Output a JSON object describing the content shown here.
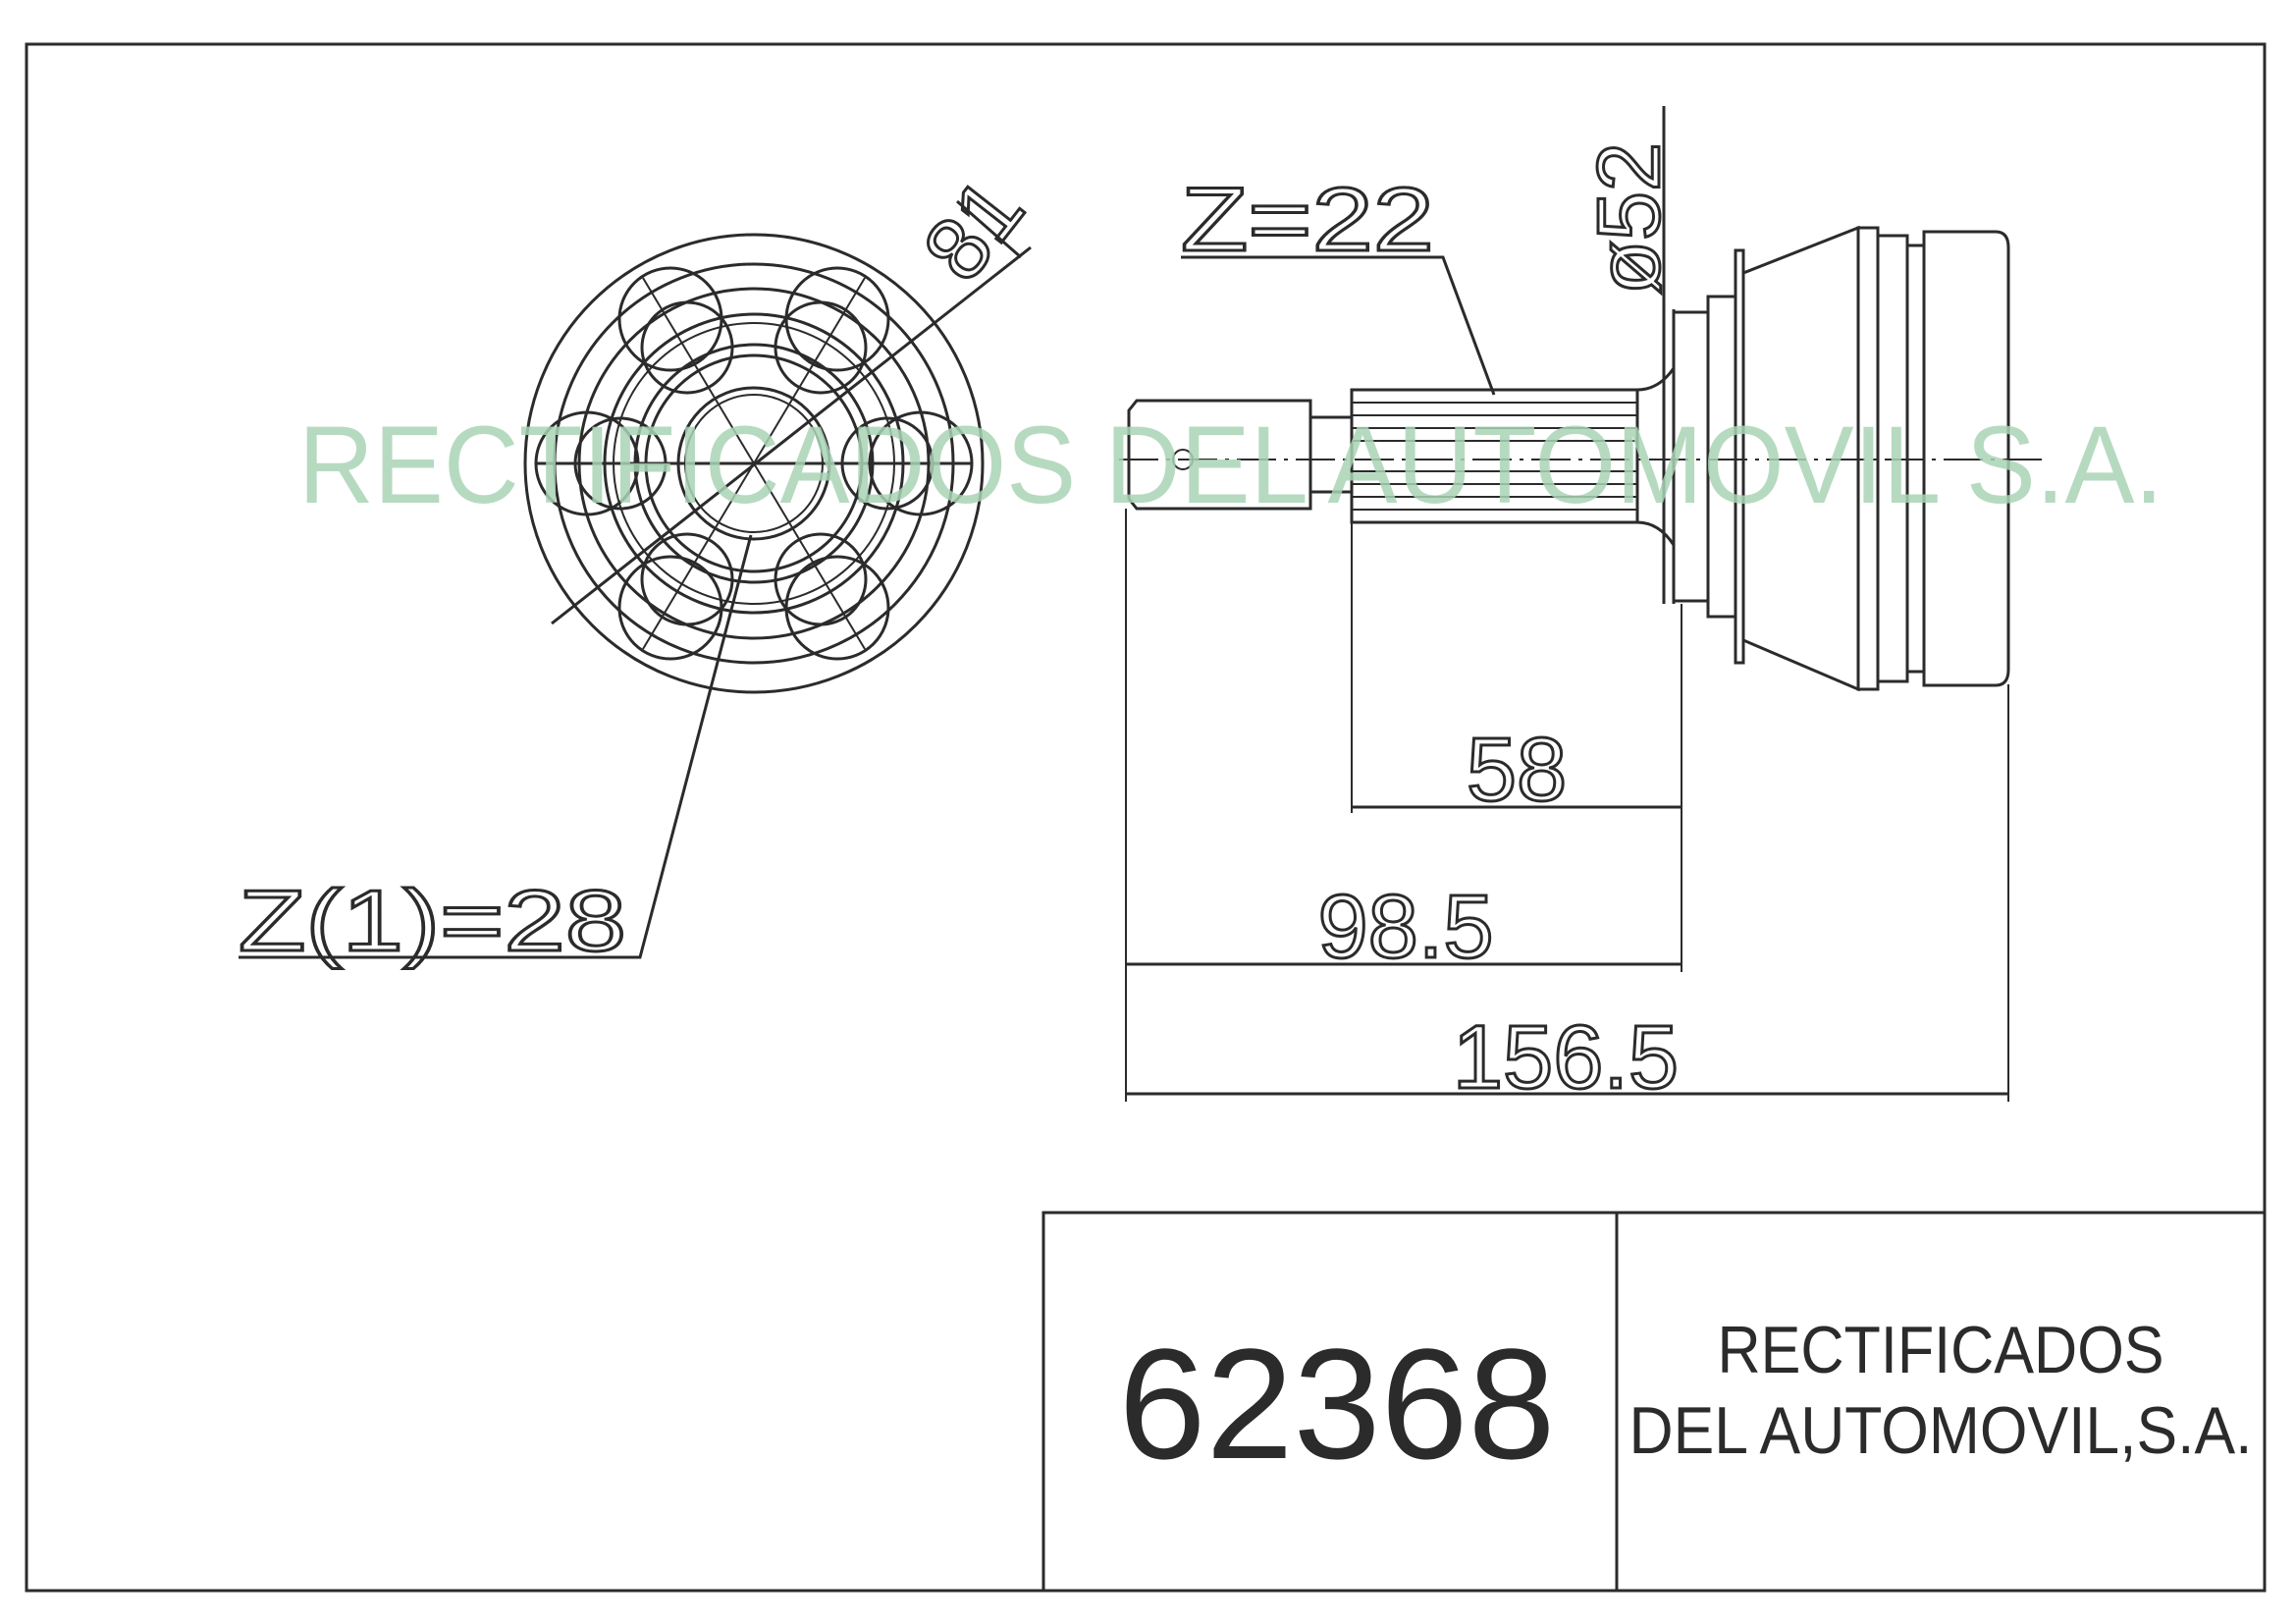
{
  "front_view": {
    "diameter_label": "81",
    "teeth_label": "Z(1)=28"
  },
  "side_view": {
    "spline_label": "Z=22",
    "diameter_label": "ø52",
    "dim_spline_length": "58",
    "dim_shaft_length": "98.5",
    "dim_total_length": "156.5"
  },
  "title_block": {
    "part_number": "62368",
    "company_line1": "RECTIFICADOS",
    "company_line2": "DEL AUTOMOVIL,S.A."
  },
  "watermark": "RECTIFICADOS DEL AUTOMOVIL S.A.",
  "colors": {
    "ink": "#2b2b2b",
    "watermark": "#a9d3b5"
  }
}
